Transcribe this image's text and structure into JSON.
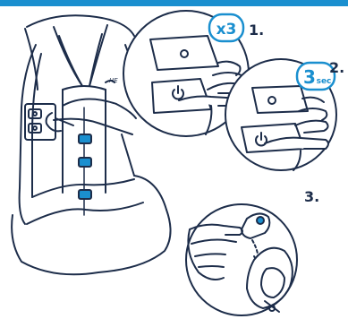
{
  "steps": [
    {
      "number": "1.",
      "badge": "x3"
    },
    {
      "number": "2.",
      "badge_value": "3",
      "badge_unit": "sec"
    },
    {
      "number": "3."
    }
  ],
  "vest_brand_mark": "HE",
  "colors": {
    "accent": "#1a8fcf",
    "line": "#1d2d4a",
    "background": "#ffffff"
  },
  "icons": [
    "power-icon",
    "circle-button-icon"
  ]
}
